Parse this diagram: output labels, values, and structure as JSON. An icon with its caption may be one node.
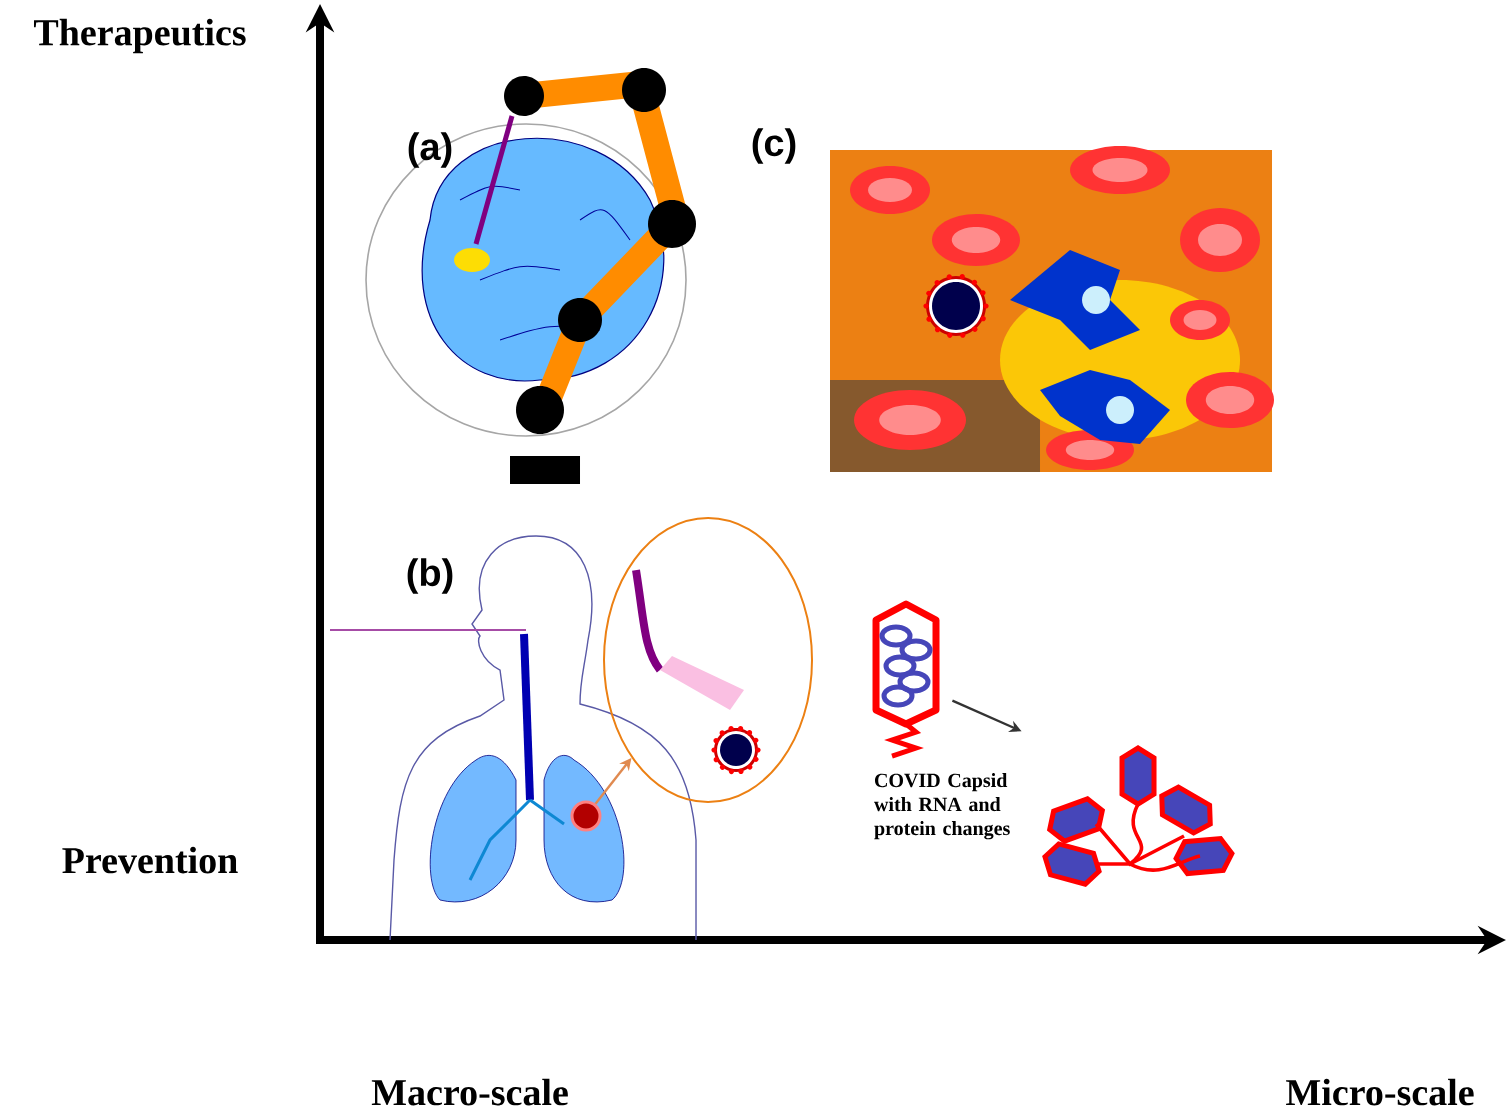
{
  "diagram": {
    "nodes": [
      {
        "text": [],
        "shape": "circle"
      },
      {
        "text": [],
        "shape": "circle"
      },
      {
        "text": [],
        "shape": "picture",
        "beside": [
          "COVID Capsid with RNA and protein changes"
        ]
      },
      {
        "text": [],
        "shape": "picture"
      }
    ],
    "edges": [
      {
        "from": 0,
        "to": 1,
        "arrow": "to",
        "color": "#e08a50"
      },
      {
        "from": 2,
        "to": 3,
        "arrow": "to",
        "color": "#333333"
      }
    ],
    "labels": [
      "Therapeutics",
      "(a)",
      "(c)",
      "(b)",
      "Prevention",
      "Macro-scale",
      "Micro-scale"
    ]
  }
}
